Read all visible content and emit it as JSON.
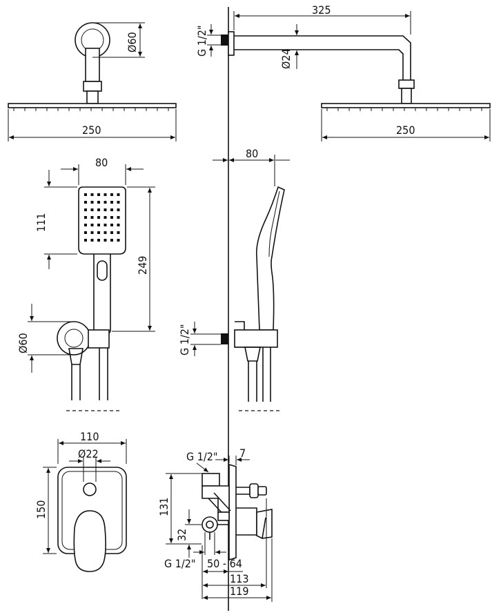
{
  "head_view": {
    "flange_diameter": "Ø60",
    "head_width": "250"
  },
  "arm_view": {
    "inlet_thread": "G 1/2\"",
    "arm_length": "325",
    "arm_diameter": "Ø24",
    "head_width": "250"
  },
  "hand_shower_front": {
    "head_width": "80",
    "head_height": "111",
    "total_length": "249",
    "outlet_diameter": "Ø60"
  },
  "hand_shower_side": {
    "depth": "80",
    "inlet_thread": "G 1/2\""
  },
  "plate_front": {
    "plate_width": "110",
    "hole_diameter": "Ø22",
    "plate_height": "150"
  },
  "valve_side": {
    "outlet_thread": "G 1/2\"",
    "plate_thickness": "7",
    "body_height": "131",
    "inlet_offset": "32",
    "inlet_thread": "G 1/2\"",
    "install_depth": "50 - 64",
    "depth_a": "113",
    "depth_b": "119"
  }
}
